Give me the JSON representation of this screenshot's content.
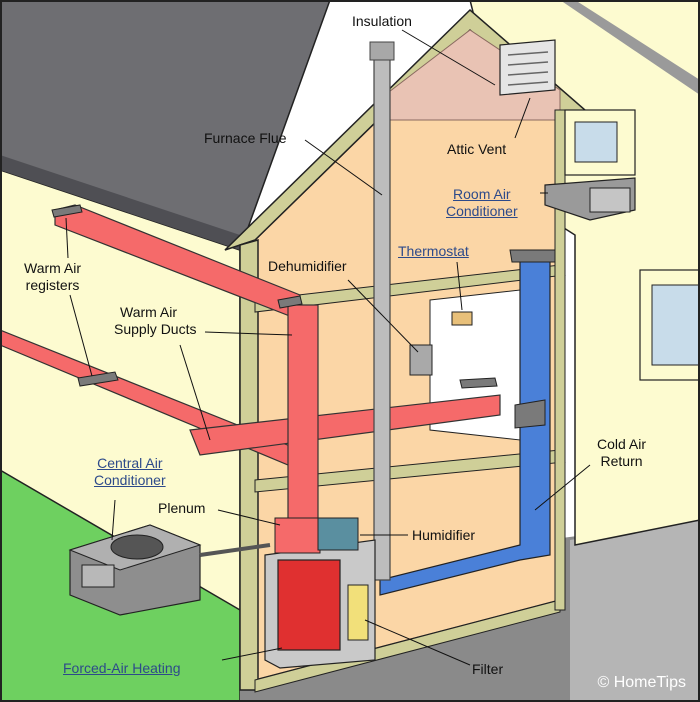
{
  "labels": {
    "insulation": "Insulation",
    "furnace_flue": "Furnace Flue",
    "attic_vent": "Attic Vent",
    "room_air_conditioner": [
      "Room Air",
      "Conditioner"
    ],
    "warm_air_registers": [
      "Warm Air",
      "registers"
    ],
    "dehumidifier": "Dehumidifier",
    "thermostat": "Thermostat",
    "warm_air_supply_ducts": [
      "Warm Air",
      "Supply Ducts"
    ],
    "central_air_conditioner": [
      "Central Air",
      "Conditioner"
    ],
    "cold_air_return": [
      "Cold Air",
      "Return"
    ],
    "plenum": "Plenum",
    "humidifier": "Humidifier",
    "forced_air_heating": "Forced-Air Heating",
    "filter": "Filter"
  },
  "credit": "© HomeTips",
  "colors": {
    "roof": "#6e6e72",
    "house_wall": "#fdfbd0",
    "interior": "#fbd6a6",
    "frame": "#cfcf98",
    "supply_duct": "#f56a6a",
    "return_duct": "#4a80d8",
    "furnace": "#e03030",
    "lawn": "#6ed060",
    "flue": "#bdbdbd",
    "link_text": "#2d4a8a"
  }
}
